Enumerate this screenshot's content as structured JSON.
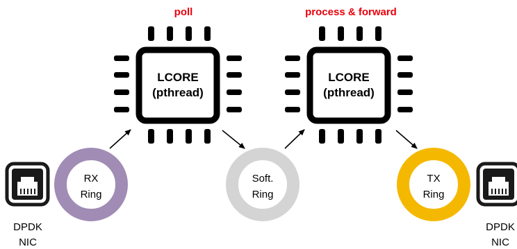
{
  "stage_labels": {
    "poll": "poll",
    "process": "process & forward"
  },
  "lcores": [
    {
      "line1": "LCORE",
      "line2": "(pthread)"
    },
    {
      "line1": "LCORE",
      "line2": "(pthread)"
    }
  ],
  "rings": {
    "rx": {
      "line1": "RX",
      "line2": "Ring"
    },
    "soft": {
      "line1": "Soft.",
      "line2": "Ring"
    },
    "tx": {
      "line1": "TX",
      "line2": "Ring"
    }
  },
  "nics": [
    {
      "line1": "DPDK",
      "line2": "NIC"
    },
    {
      "line1": "DPDK",
      "line2": "NIC"
    }
  ],
  "colors": {
    "stage_label": "#e8000b",
    "chip": "#000000",
    "rx_ring": "#a08cb4",
    "soft_ring": "#d4d4d4",
    "tx_ring": "#f5b800",
    "nic_icon": "#1a1a1a",
    "arrow": "#000000"
  },
  "icons": [
    "cpu-chip-icon",
    "ethernet-port-icon",
    "arrow-icon"
  ]
}
